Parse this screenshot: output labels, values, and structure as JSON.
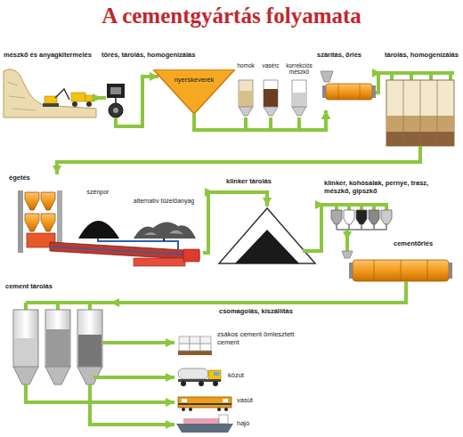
{
  "diagram": {
    "title": "A cementgyártás folyamata",
    "nodes": [
      {
        "text": [
          "mészkő és anyagkitermelés"
        ]
      },
      {
        "text": [
          "törés, tárolás, homogenizálás"
        ]
      },
      {
        "text": [
          "nyerskeverék"
        ],
        "in": 1
      },
      {
        "text": [
          "homok"
        ],
        "in": 1
      },
      {
        "text": [
          "vasérc"
        ],
        "in": 1
      },
      {
        "text": [
          "korrekciós mészkő"
        ],
        "in": 1
      },
      {
        "text": [
          "szárítás, őrlés"
        ]
      },
      {
        "text": [
          "tárolás, homogenizálás"
        ]
      },
      {
        "text": [
          "égetés"
        ]
      },
      {
        "text": [
          "szénpor"
        ],
        "in": 8
      },
      {
        "text": [
          "alternatív tüzelőanyag"
        ],
        "in": 8
      },
      {
        "text": [
          "klinker tárolás"
        ]
      },
      {
        "text": [
          "klinker, kohósalak, pernye, trasz, mészkő, gipszkő"
        ]
      },
      {
        "text": [
          "cementőrlés"
        ]
      },
      {
        "text": [
          "cement tárolás"
        ]
      },
      {
        "text": [
          "csomagolás, kiszállítás"
        ]
      },
      {
        "text": [
          "zsákos cement ömlesztett cement"
        ],
        "in": 15
      },
      {
        "text": [
          "közút"
        ],
        "in": 15
      },
      {
        "text": [
          "vasút"
        ],
        "in": 15
      },
      {
        "text": [
          "hajó"
        ],
        "in": 15
      }
    ],
    "edges": [
      {
        "from": 0,
        "to": 1,
        "arrow": "to"
      },
      {
        "from": 2,
        "to": 6,
        "arrow": "to"
      },
      {
        "from": 3,
        "to": 6,
        "arrow": "to"
      },
      {
        "from": 4,
        "to": 6,
        "arrow": "to"
      },
      {
        "from": 5,
        "to": 6,
        "arrow": "to"
      },
      {
        "from": 6,
        "to": 7,
        "arrow": "to"
      },
      {
        "from": 7,
        "to": 8,
        "arrow": "to"
      },
      {
        "from": 8,
        "to": 11,
        "arrow": "to"
      },
      {
        "from": 11,
        "to": 12,
        "arrow": "to"
      },
      {
        "from": 12,
        "to": 13,
        "arrow": "to"
      },
      {
        "from": 13,
        "to": 14,
        "arrow": "to"
      },
      {
        "from": 14,
        "to": 16,
        "arrow": "to"
      },
      {
        "from": 14,
        "to": 17,
        "arrow": "to"
      },
      {
        "from": 14,
        "to": 18,
        "arrow": "to"
      },
      {
        "from": 14,
        "to": 19,
        "arrow": "to"
      }
    ]
  }
}
